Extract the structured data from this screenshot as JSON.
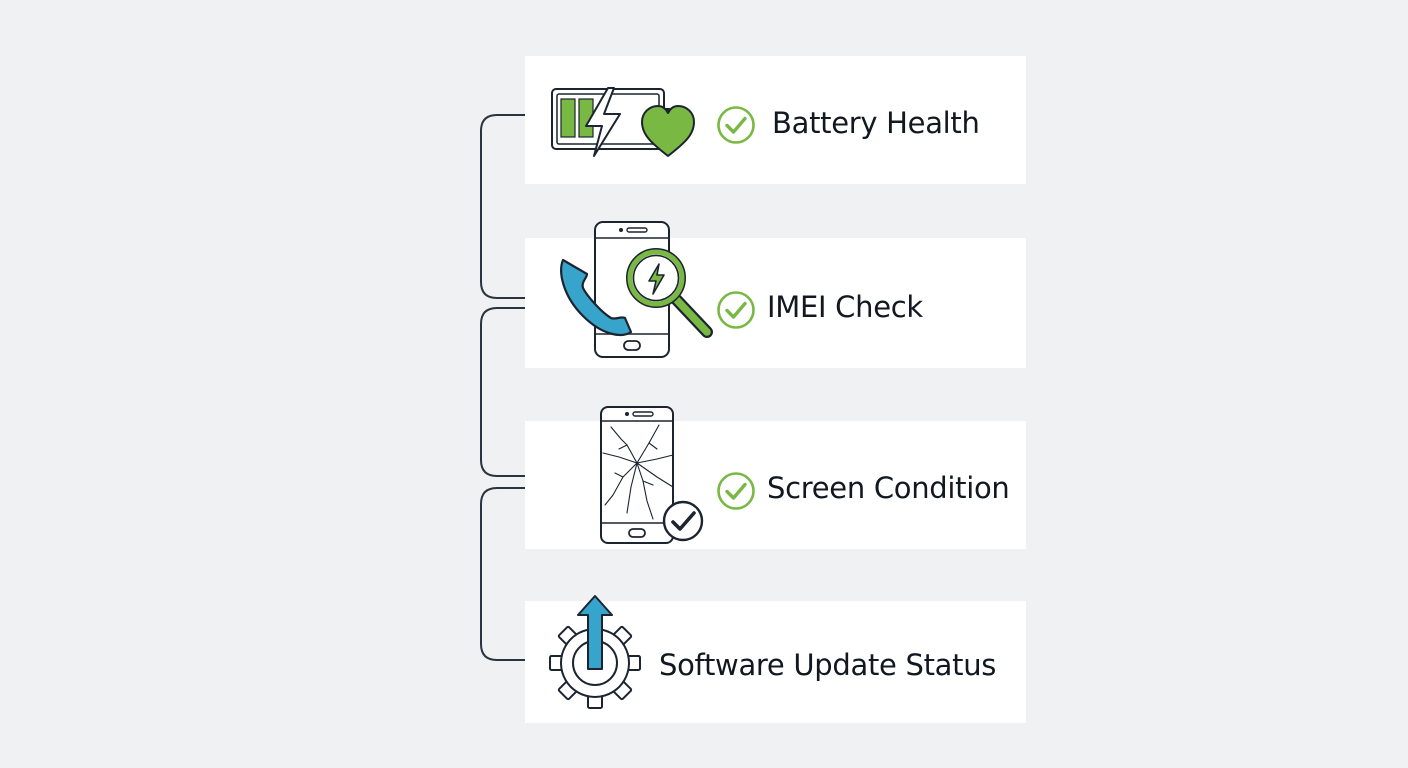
{
  "colors": {
    "background": "#eff1f2",
    "card": "#ffffff",
    "stroke": "#1c2430",
    "green": "#79b843",
    "blue": "#37a4cb",
    "text": "#111820"
  },
  "checks": [
    {
      "label": "Battery Health",
      "icon": "battery-heart-icon",
      "status": "check-circle-icon"
    },
    {
      "label": "IMEI Check",
      "icon": "phone-search-icon",
      "status": "check-circle-icon"
    },
    {
      "label": "Screen Condition",
      "icon": "cracked-screen-icon",
      "status": "check-circle-icon"
    },
    {
      "label": "Software Update Status",
      "icon": "gear-update-icon"
    }
  ]
}
